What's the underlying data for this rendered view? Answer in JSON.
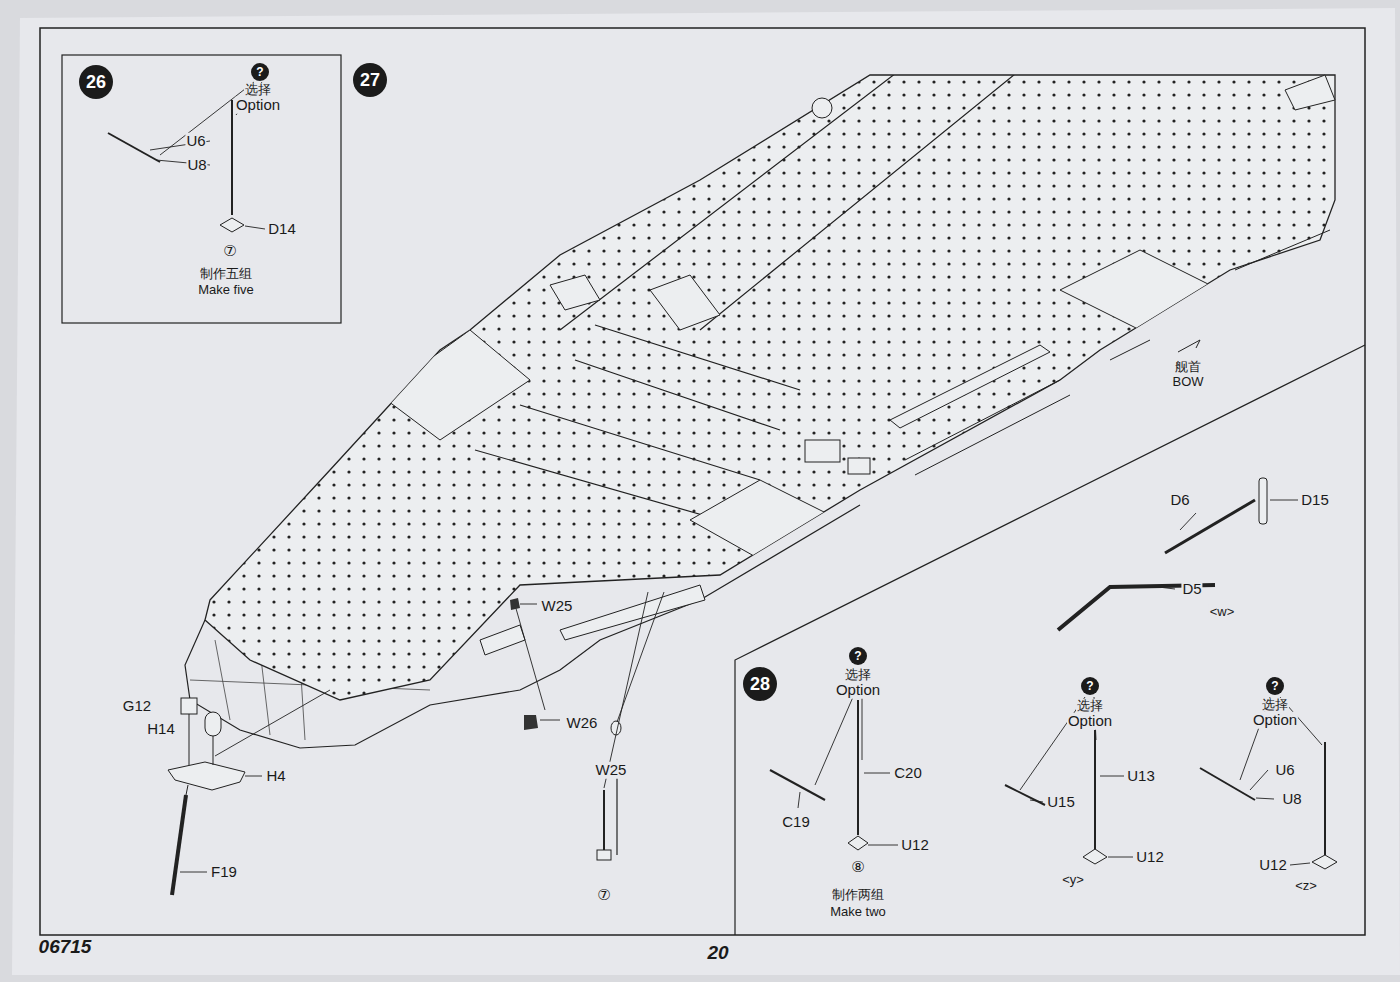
{
  "diagram": {
    "nodes": [
      {
        "text": [
          "26"
        ]
      },
      {
        "text": [
          "27"
        ]
      },
      {
        "text": [
          "28"
        ]
      },
      {
        "text": [
          "?"
        ]
      },
      {
        "text": [
          "?"
        ]
      },
      {
        "text": [
          "?"
        ]
      },
      {
        "text": [
          "?"
        ]
      }
    ],
    "labels": [
      "选择",
      "Option",
      "U6",
      "U8",
      "D14",
      "⑦",
      "制作五组",
      "Make five",
      "舰首",
      "BOW",
      "D6",
      "D15",
      "D5",
      "<w>",
      "W25",
      "W26",
      "W25",
      "G12",
      "H14",
      "H4",
      "F19",
      "⑦",
      "选择",
      "Option",
      "C20",
      "C19",
      "U12",
      "⑧",
      "制作两组",
      "Make two",
      "选择",
      "Option",
      "U15",
      "U13",
      "U12",
      "<y>",
      "选择",
      "Option",
      "U6",
      "U8",
      "U12",
      "<z>",
      "06715",
      "20"
    ]
  }
}
